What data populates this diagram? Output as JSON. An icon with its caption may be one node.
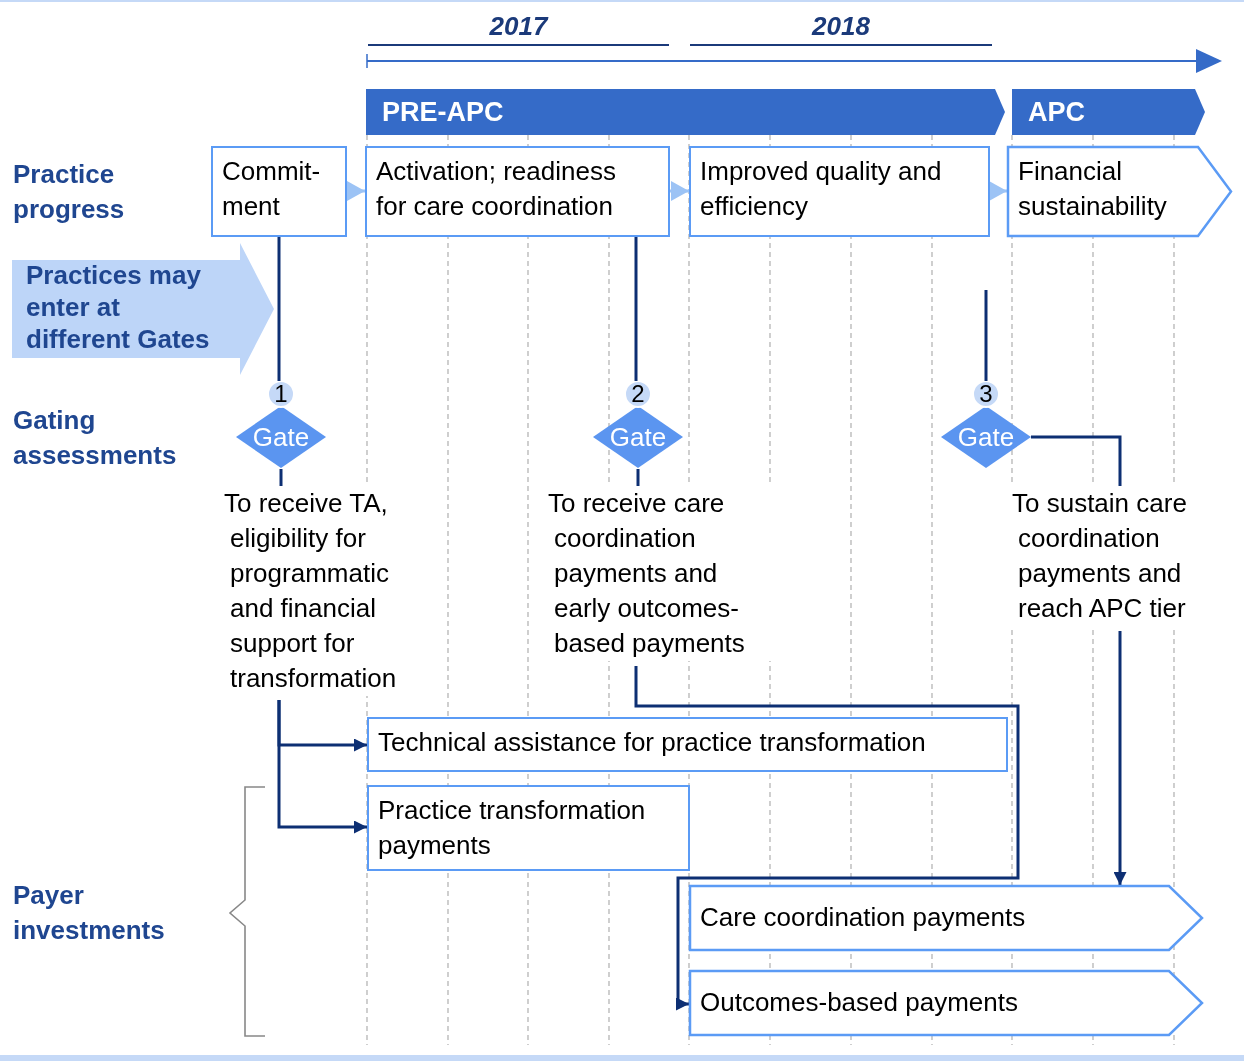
{
  "diagram": {
    "nodes": [
      {
        "text": [
          "PRE-APC"
        ]
      },
      {
        "text": [
          "APC"
        ]
      },
      {
        "text": [
          "Commit-ment"
        ]
      },
      {
        "text": [
          "Activation; readiness for care coordination"
        ]
      },
      {
        "text": [
          "Improved quality and efficiency"
        ]
      },
      {
        "text": [
          "Financial sustainability"
        ]
      },
      {
        "text": [
          "Practices may enter at different Gates"
        ]
      },
      {
        "text": [
          "Gate"
        ],
        "beside": [
          "1"
        ]
      },
      {
        "text": [
          "Gate"
        ],
        "beside": [
          "2"
        ]
      },
      {
        "text": [
          "Gate"
        ],
        "beside": [
          "3"
        ]
      },
      {
        "text": [
          "To receive TA, eligibility for programmatic and financial support for transformation"
        ]
      },
      {
        "text": [
          "To receive care coordination payments and early outcomes-based payments"
        ]
      },
      {
        "text": [
          "To sustain care coordination payments and reach APC tier"
        ]
      },
      {
        "text": [
          "Technical assistance for practice transformation"
        ]
      },
      {
        "text": [
          "Practice transformation payments"
        ]
      },
      {
        "text": [
          "Care coordination payments"
        ]
      },
      {
        "text": [
          "Outcomes-based payments"
        ]
      }
    ],
    "edges": [
      {
        "from": 2,
        "to": 3,
        "arrow": "to",
        "color": "#9cc3f5"
      },
      {
        "from": 3,
        "to": 4,
        "arrow": "to",
        "color": "#9cc3f5"
      },
      {
        "from": 4,
        "to": 5,
        "arrow": "to",
        "color": "#9cc3f5"
      },
      {
        "from": 2,
        "to": 7,
        "arrow": "none"
      },
      {
        "from": 7,
        "to": 10,
        "arrow": "none"
      },
      {
        "from": 10,
        "to": 13,
        "arrow": "to"
      },
      {
        "from": 10,
        "to": 14,
        "arrow": "to"
      },
      {
        "from": 3,
        "to": 8,
        "arrow": "none"
      },
      {
        "from": 8,
        "to": 11,
        "arrow": "none"
      },
      {
        "from": 11,
        "to": 16,
        "arrow": "to"
      },
      {
        "from": null,
        "to": 9,
        "arrow": "none"
      },
      {
        "from": 9,
        "to": 12,
        "arrow": "none"
      },
      {
        "from": 12,
        "to": 15,
        "arrow": "to"
      }
    ],
    "labels": [
      "2017",
      "2018",
      "Practice progress",
      "Gating assessments",
      "Payer investments"
    ]
  }
}
